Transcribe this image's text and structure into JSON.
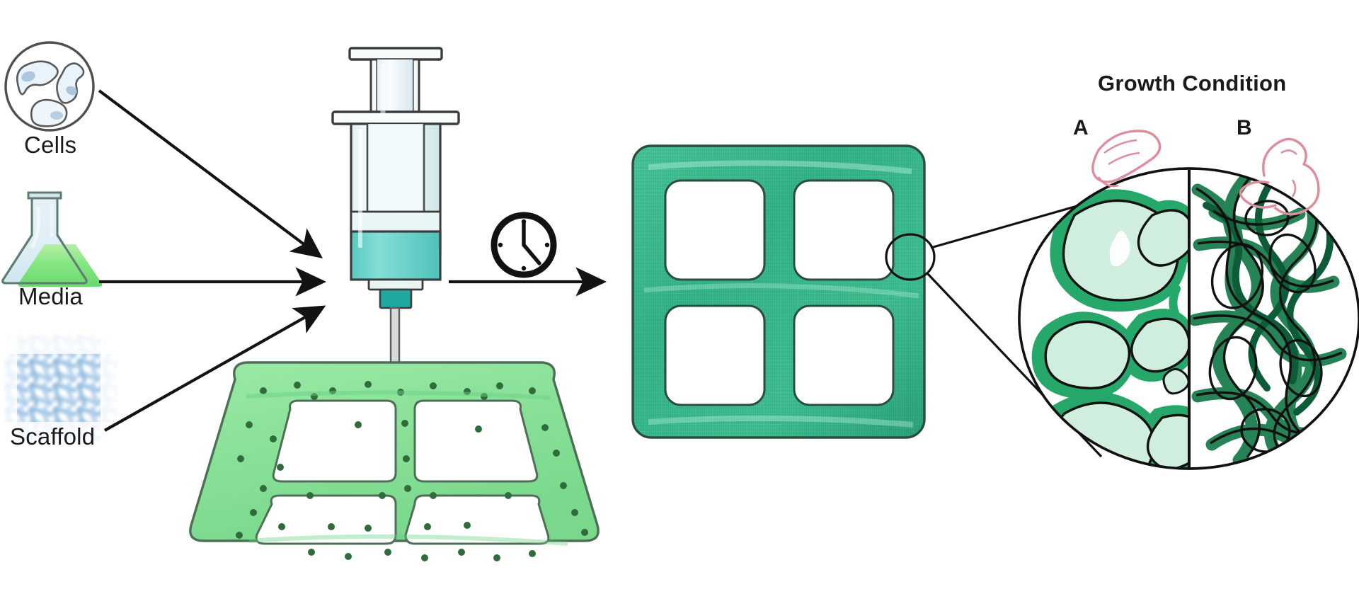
{
  "figure": {
    "title": "Tissue engineering workflow: cells, media and scaffold combined, injected, cultured over time, and evaluated under two growth conditions",
    "background_color": "#ffffff"
  },
  "inputs": [
    {
      "id": "cells",
      "label": "Cells",
      "icon": "cells-circle-icon",
      "description": "Circle outline containing three pale blue amoeboid cells with nuclei",
      "colors": {
        "outline": "#4a4a4a",
        "cell_fill": "#e8f2fa",
        "nucleus": "#aac4dc"
      }
    },
    {
      "id": "media",
      "label": "Media",
      "icon": "erlenmeyer-flask-icon",
      "description": "Erlenmeyer flask half filled with green culture medium",
      "colors": {
        "outline": "#5a7a6a",
        "liquid": "#7ede7a",
        "glass": "#d9e8f2"
      }
    },
    {
      "id": "scaffold",
      "label": "Scaffold",
      "icon": "mesh-scaffold-icon",
      "description": "Soft blue cross-hatched fibrous mesh",
      "colors": {
        "fiber": "#8fb8dd"
      }
    }
  ],
  "arrows": [
    {
      "id": "cells-to-syringe",
      "from": "cells",
      "to": "syringe",
      "direction": "down-right"
    },
    {
      "id": "media-to-syringe",
      "from": "media",
      "to": "syringe",
      "direction": "right"
    },
    {
      "id": "scaffold-to-syringe",
      "from": "scaffold",
      "to": "syringe",
      "direction": "up-right"
    },
    {
      "id": "seeding-to-culture",
      "from": "seeded-scaffold",
      "to": "cultured-scaffold",
      "direction": "right",
      "annotation": "clock-icon"
    }
  ],
  "syringe": {
    "name": "syringe",
    "icon": "syringe-icon",
    "description": "Syringe with plunger, barrel containing teal cell suspension and a fine needle aimed at the scaffold",
    "colors": {
      "barrel": "#eaf5f6",
      "suspension": "#6fd0c8",
      "outline": "#3c3c3c",
      "needle": "#8a8a8a"
    }
  },
  "clock": {
    "name": "clock-icon",
    "description": "Analog clock indicating incubation time",
    "hands": {
      "hour": "4",
      "minute": "25"
    },
    "color": "#111111"
  },
  "seeded_scaffold": {
    "name": "seeded-scaffold",
    "description": "Light green trapezoidal scaffold with four rounded windows and dark green seeded cells as dots",
    "colors": {
      "body": "#8fe39a",
      "outline": "#4a6b52",
      "cells": "#2f6b3b"
    },
    "window_count": 4,
    "cell_dot_count": 44
  },
  "cultured_scaffold": {
    "name": "cultured-scaffold",
    "description": "Dense teal-green textured square scaffold with four rounded windows after culture",
    "colors": {
      "body": "#35b389",
      "texture": "#1f8f69",
      "outline": "#2a4d3c"
    },
    "window_count": 4,
    "callout": "magnified-region-circle"
  },
  "growth_condition": {
    "heading": "Growth Condition",
    "conditions": [
      {
        "id": "A",
        "label": "A",
        "icon": "weak-arm-icon",
        "icon_description": "Thin flat arm outline indicating low growth / atrophy",
        "icon_color": "#d98a99",
        "half": "left",
        "tissue_description": "Sparse network of large open pores with thin pale green cell walls"
      },
      {
        "id": "B",
        "label": "B",
        "icon": "flexed-bicep-icon",
        "icon_description": "Flexed bicep outline indicating strong growth / hypertrophy",
        "icon_color": "#d98a99",
        "half": "right",
        "tissue_description": "Dense tangle of dark green fibres filling the whole field"
      }
    ],
    "inset": {
      "name": "magnified-inset-circle",
      "description": "Circular magnified view split vertically: condition A on the left half, condition B on the right half",
      "divider": "vertical-line",
      "colors": {
        "outline": "#111111",
        "a_green": "#2eae6c",
        "a_pale": "#cdebdc",
        "b_green": "#14653a"
      }
    }
  }
}
